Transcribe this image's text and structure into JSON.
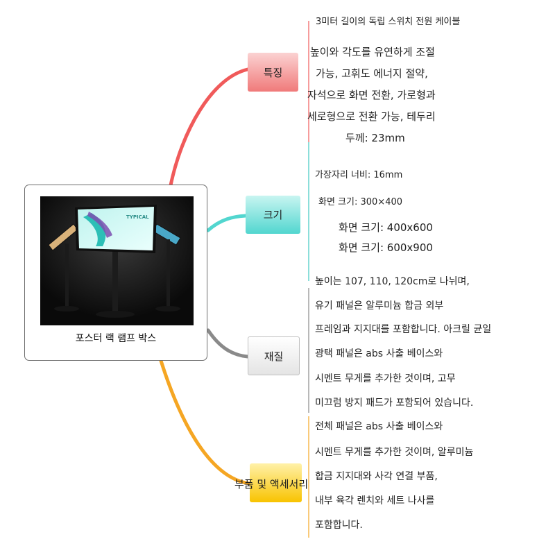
{
  "root": {
    "label": "포스터 랙 램프 박스"
  },
  "product_image": {
    "screen_text": "TYPICAL"
  },
  "topics": [
    {
      "label": "특징",
      "color": "#f05a5a",
      "lines": [
        "3미터 길이의 독립 스위치 전원 케이블",
        "높이와 각도를 유연하게 조절",
        "가능, 고휘도 에너지 절약,",
        "자석으로 화면 전환, 가로형과",
        "세로형으로 전환 가능, 테두리",
        "두께: 23mm"
      ]
    },
    {
      "label": "크기",
      "color": "#52d6cf",
      "lines": [
        "가장자리 너비: 16mm",
        "화면 크기: 300×400",
        "화면 크기: 400x600",
        "화면 크기: 600x900",
        "높이는 107, 110, 120cm로 나뉘며,"
      ]
    },
    {
      "label": "재질",
      "color": "#8a8a8a",
      "lines": [
        "유기 패널은 알루미늄 합금 외부",
        "프레임과 지지대를 포함합니다. 아크릴 균일",
        "광택 패널은 abs 사출 베이스와",
        "시멘트 무게를 추가한 것이며, 고무",
        "미끄럼 방지 패드가 포함되어 있습니다."
      ]
    },
    {
      "label": "부품 및 액세서리",
      "color": "#f5a623",
      "lines": [
        "전체 패널은 abs 사출 베이스와",
        "시멘트 무게를 추가한 것이며, 알루미늄",
        "합금 지지대와 사각 연결 부품,",
        "내부 육각 렌치와 세트 나사를",
        "포함합니다."
      ]
    }
  ]
}
